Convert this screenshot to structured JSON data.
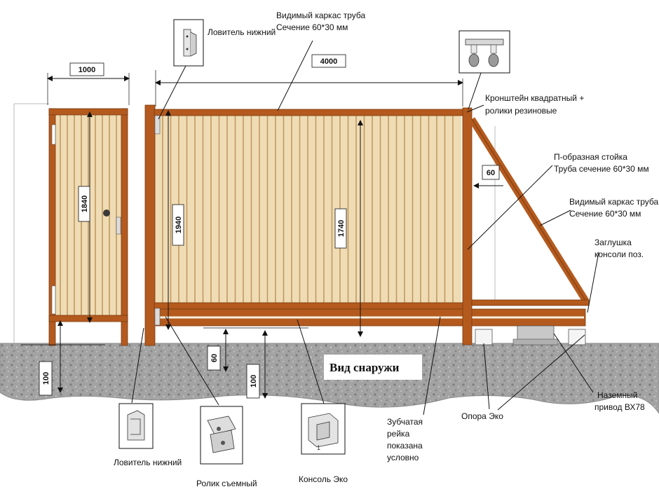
{
  "colors": {
    "frame": "#b45a1e",
    "frame_dark": "#7a3a10",
    "panel": "#f0dcb4",
    "picket": "#bf9a62",
    "ground": "#9a9a9a"
  },
  "dimensions": {
    "wicket_width": "1000",
    "gate_width": "4000",
    "wicket_height": "1840",
    "frame_height": "1940",
    "panel_height": "1740",
    "bracket_offset": "60",
    "ground_clearance_left": "100",
    "ground_gap": "60",
    "ground_clearance_mid": "100"
  },
  "labels": {
    "visible_frame_top": [
      "Видимый каркас труба",
      "Сечение 60*30 мм"
    ],
    "catcher_top": "Ловитель нижний",
    "bracket": [
      "Кронштейн квадратный +",
      "ролики резиновые"
    ],
    "post": [
      "П-образная стойка",
      "Труба сечение 60*30 мм"
    ],
    "visible_frame_right": [
      "Видимый каркас труба",
      "Сечение 60*30 мм"
    ],
    "end_cap": [
      "Заглушка",
      "консоли поз."
    ],
    "view_outside": "Вид снаружи",
    "catcher_bottom": "Ловитель нижний",
    "roller": "Ролик съемный",
    "console": "Консоль Эко",
    "rack": [
      "Зубчатая",
      "рейка",
      "показана",
      "условно"
    ],
    "support": "Опора Эко",
    "drive": [
      "Наземный",
      "привод ВХ78"
    ]
  },
  "icons": {
    "catcher_top": "lower-catcher-icon",
    "bracket": "bracket-rollers-icon",
    "catcher_bottom": "lower-catcher-icon",
    "roller": "removable-roller-icon",
    "console": "console-eco-icon"
  }
}
